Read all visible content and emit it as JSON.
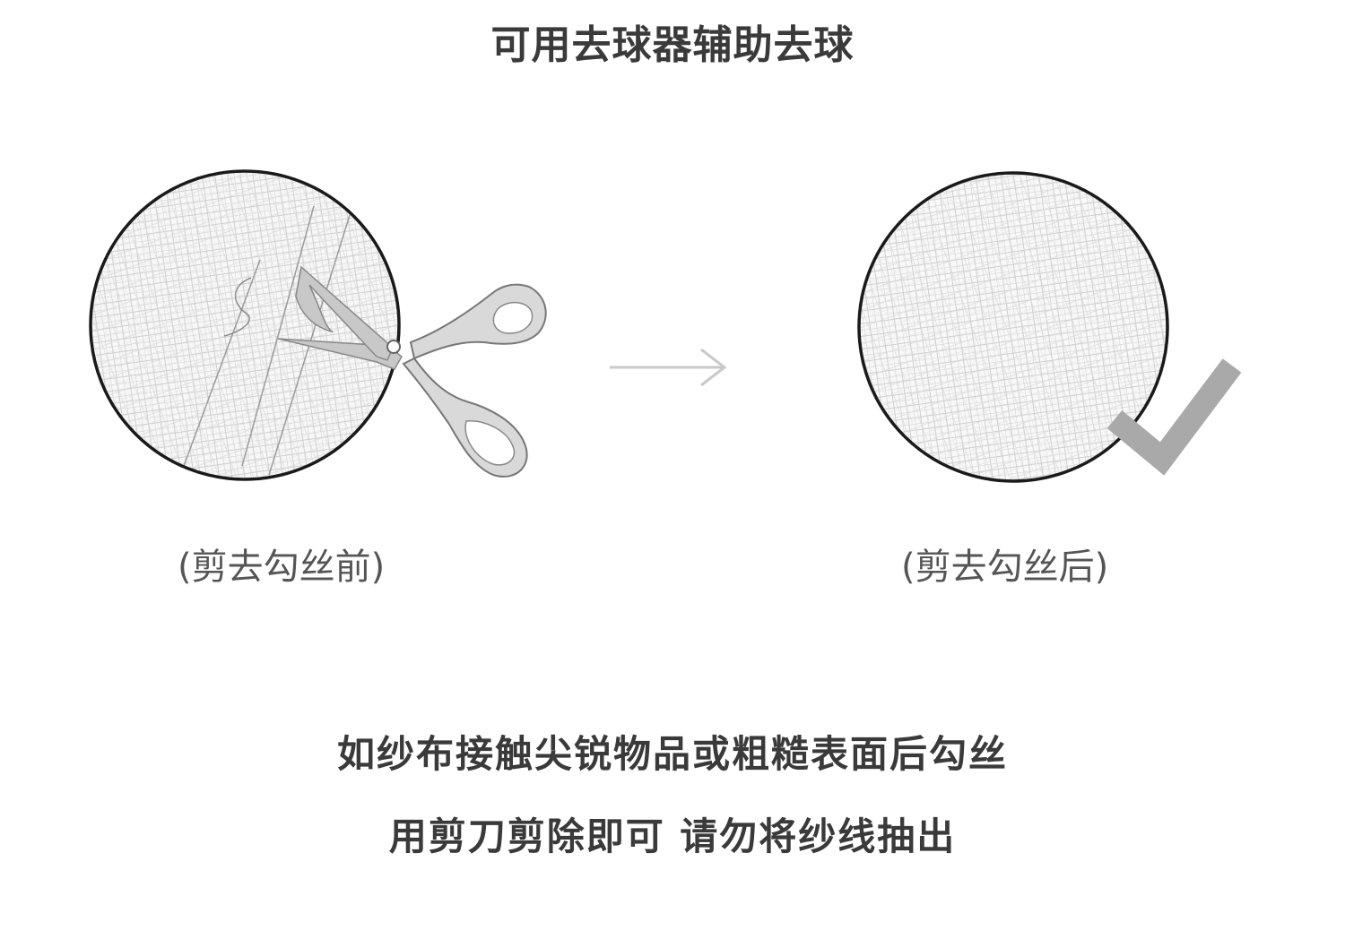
{
  "title": "可用去球器辅助去球",
  "before_caption": "(剪去勾丝前)",
  "after_caption": "(剪去勾丝后)",
  "instructions": [
    "如纱布接触尖锐物品或粗糙表面后勾丝",
    "用剪刀剪除即可 请勿将纱线抽出"
  ],
  "colors": {
    "text": "#3a3a3a",
    "icon_gray": "#a9a9a9",
    "outline": "#1a1a1a"
  },
  "icons": [
    "fabric-before-circle",
    "scissors-icon",
    "arrow-right-icon",
    "fabric-after-circle",
    "checkmark-icon"
  ]
}
